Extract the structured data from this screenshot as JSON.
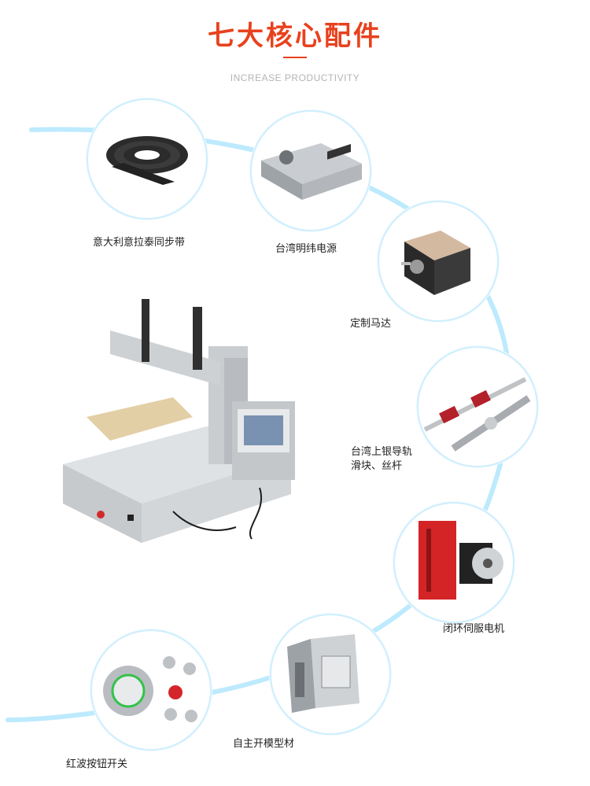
{
  "title": "七大核心配件",
  "subtitle": "INCREASE PRODUCTIVITY",
  "accent_color": "#e8411d",
  "curve_color": "#bdeafd",
  "components": [
    {
      "label": "意大利意拉泰同步带",
      "icon": "timing-belt-icon"
    },
    {
      "label": "台湾明纬电源",
      "icon": "power-supply-icon"
    },
    {
      "label": "定制马达",
      "icon": "stepper-motor-icon"
    },
    {
      "label": "台湾上银导轨",
      "label2": "滑块、丝杆",
      "icon": "linear-guide-icon"
    },
    {
      "label": "闭环伺服电机",
      "icon": "servo-motor-icon"
    },
    {
      "label": "自主开模型材",
      "icon": "aluminum-profile-icon"
    },
    {
      "label": "红波按钮开关",
      "icon": "push-button-icon"
    }
  ]
}
